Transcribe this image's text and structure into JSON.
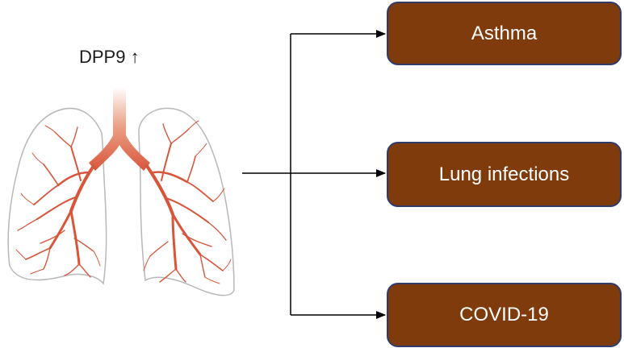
{
  "marker": {
    "label": "DPP9 ↑"
  },
  "outcomes": [
    {
      "label": "Asthma"
    },
    {
      "label": "Lung infections"
    },
    {
      "label": "COVID-19"
    }
  ],
  "colors": {
    "box_fill": "#7f3b0c",
    "box_border": "#2f3b6b",
    "box_text": "#ffffff",
    "airway": "#d8553a",
    "trachea": "#eba48a",
    "lung_outline": "#b8b8b8",
    "arrow": "#000000"
  },
  "icons": {
    "lungs": "lungs-illustration"
  }
}
